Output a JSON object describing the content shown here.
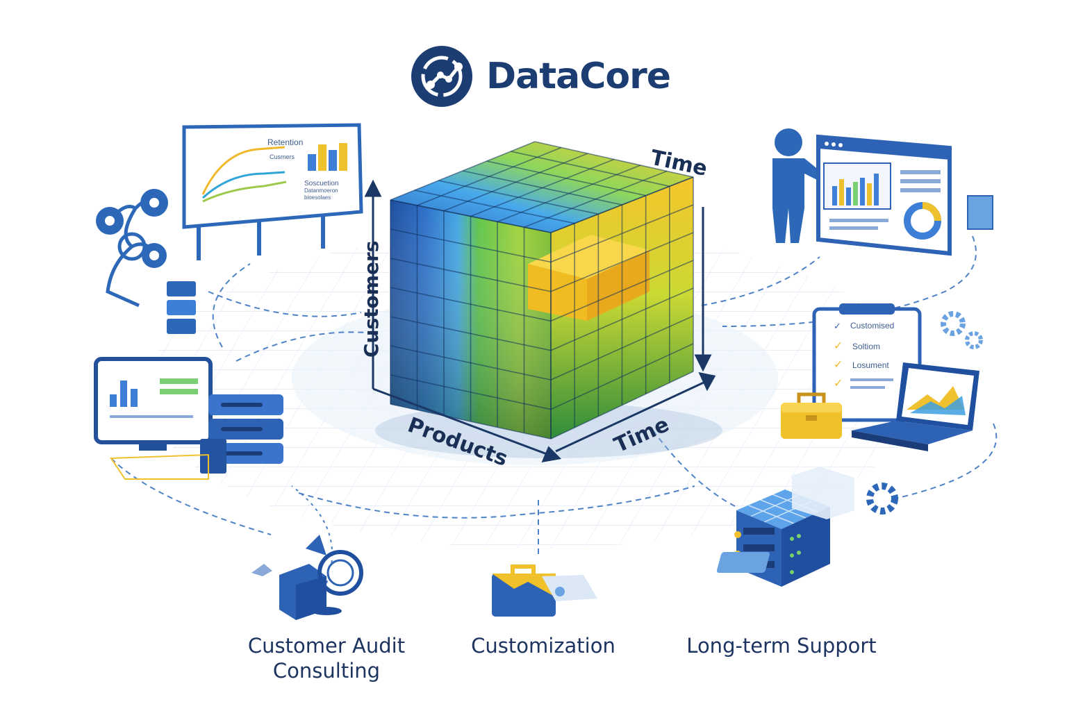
{
  "brand": {
    "name": "DataCore",
    "colors": {
      "primary": "#1c3d72",
      "accent": "#2f6fc4"
    }
  },
  "cube": {
    "axes": {
      "vertical": "Customers",
      "front": "Products",
      "depth": "Time",
      "top": "Time"
    },
    "colors": [
      "#2358a8",
      "#3d8fde",
      "#6fcf6a",
      "#b4d93f",
      "#f4c530"
    ]
  },
  "dashboard_board": {
    "title": "Retention",
    "subtitle": "Cusmers",
    "caption_line1": "Soscuetion",
    "caption_line2": "Datanmoeron",
    "caption_line3": "bioesolaes"
  },
  "checklist": {
    "items": [
      "Customised",
      "Soltiom",
      "Losument"
    ]
  },
  "icons": {
    "logo": "dataflow-logo-icon",
    "presenter": "presenter-icon",
    "server": "server-stack-icon",
    "toolbox": "toolbox-icon",
    "laptop": "laptop-chart-icon",
    "gear": "gear-icon",
    "monitor": "monitor-chart-icon",
    "briefcase": "briefcase-icon"
  },
  "services": [
    {
      "line1": "Customer Audit",
      "line2": "Consulting"
    },
    {
      "line1": "Customization",
      "line2": ""
    },
    {
      "line1": "Long-term Support",
      "line2": ""
    }
  ]
}
